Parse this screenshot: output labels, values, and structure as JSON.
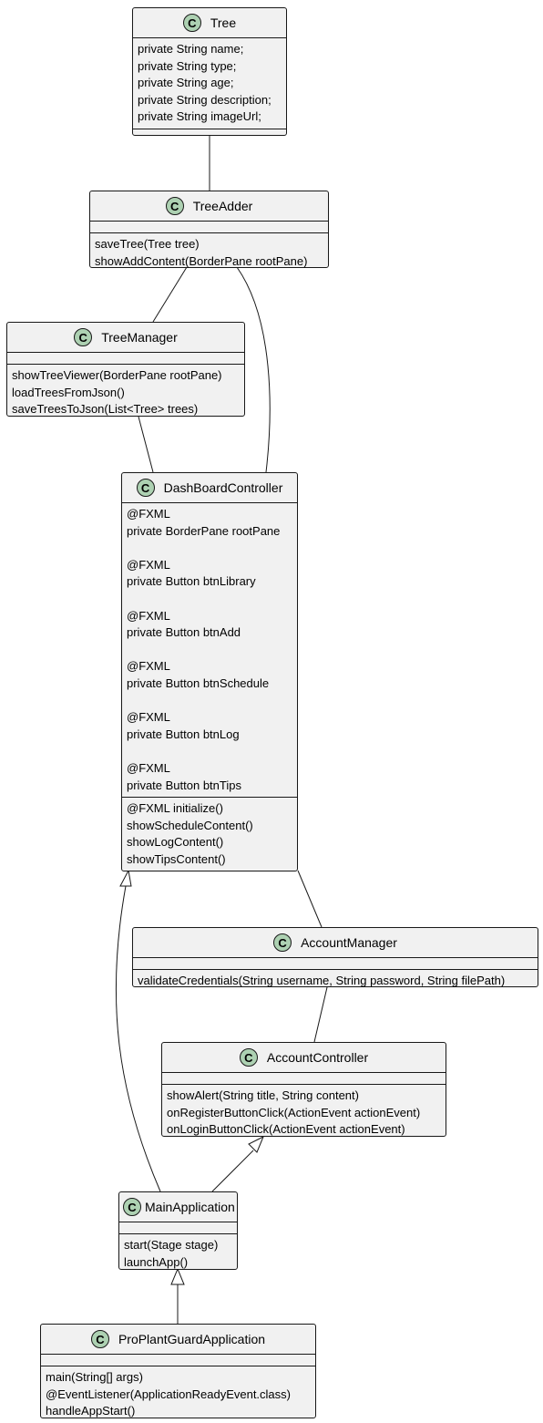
{
  "classes": {
    "tree": {
      "name": "Tree",
      "fields": [
        "private String name;",
        "private String type;",
        "private String age;",
        "private String description;",
        "private String imageUrl;"
      ],
      "methods": []
    },
    "tree_adder": {
      "name": "TreeAdder",
      "fields": [],
      "methods": [
        "saveTree(Tree tree)",
        "showAddContent(BorderPane rootPane)"
      ]
    },
    "tree_manager": {
      "name": "TreeManager",
      "fields": [],
      "methods": [
        "showTreeViewer(BorderPane rootPane)",
        "loadTreesFromJson()",
        "saveTreesToJson(List<Tree> trees)"
      ]
    },
    "dashboard": {
      "name": "DashBoardController",
      "fields": [
        [
          "@FXML",
          "private BorderPane rootPane"
        ],
        [
          "@FXML",
          "private Button btnLibrary"
        ],
        [
          "@FXML",
          "private Button btnAdd"
        ],
        [
          "@FXML",
          "private Button btnSchedule"
        ],
        [
          "@FXML",
          "private Button btnLog"
        ],
        [
          "@FXML",
          "private Button btnTips"
        ]
      ],
      "methods": [
        "@FXML initialize()",
        "showScheduleContent()",
        "showLogContent()",
        "showTipsContent()"
      ]
    },
    "account_manager": {
      "name": "AccountManager",
      "fields": [],
      "methods": [
        "validateCredentials(String username, String password, String filePath)"
      ]
    },
    "account_controller": {
      "name": "AccountController",
      "fields": [],
      "methods": [
        "showAlert(String title, String content)",
        "onRegisterButtonClick(ActionEvent actionEvent)",
        "onLoginButtonClick(ActionEvent actionEvent)"
      ]
    },
    "main_application": {
      "name": "MainApplication",
      "fields": [],
      "methods": [
        "start(Stage stage)",
        "launchApp()"
      ]
    },
    "proplant": {
      "name": "ProPlantGuardApplication",
      "fields": [],
      "methods": [
        "main(String[] args)",
        "@EventListener(ApplicationReadyEvent.class)",
        "handleAppStart()"
      ]
    }
  },
  "class_badge": "C",
  "colors": {
    "box_fill": "#f1f1f1",
    "border": "#181818",
    "badge_fill": "#add1b2",
    "line": "#181818"
  }
}
